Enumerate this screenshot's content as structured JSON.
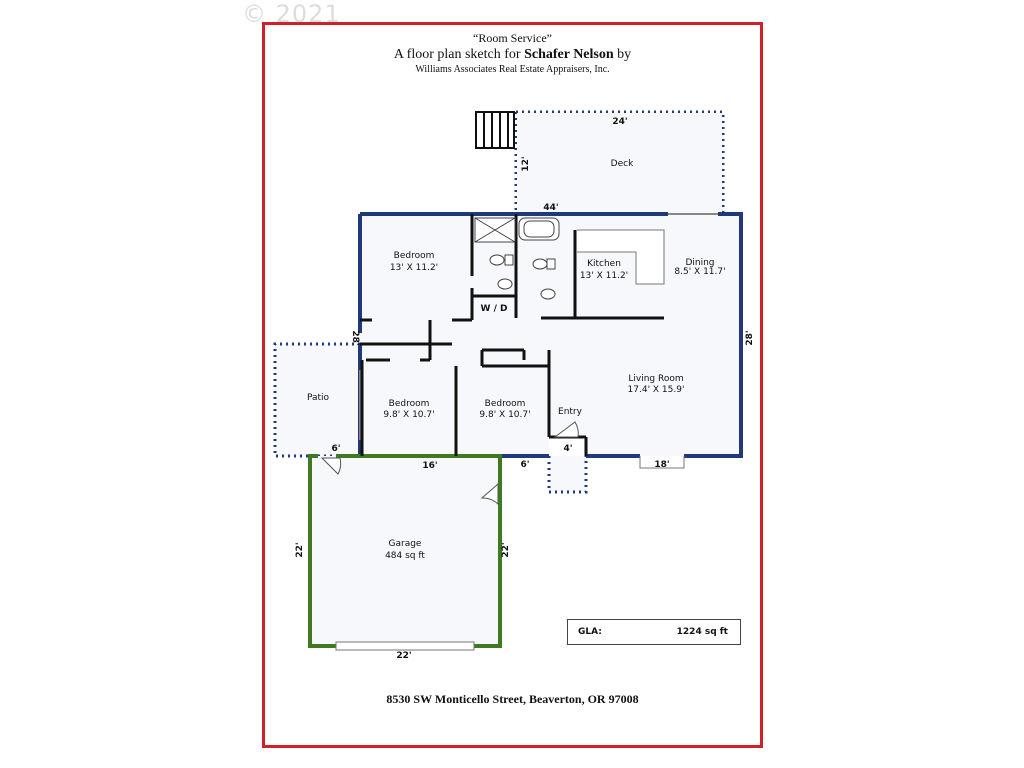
{
  "watermark": "© 2021",
  "header": {
    "title": "“Room Service”",
    "line2_prefix": "A floor plan sketch for ",
    "client": "Schafer Nelson",
    "line2_suffix": " by",
    "company": "Williams Associates Real Estate Appraisers, Inc."
  },
  "rooms": {
    "deck": {
      "name": "Deck"
    },
    "bedroom1": {
      "name": "Bedroom",
      "size": "13' X 11.2'"
    },
    "kitchen": {
      "name": "Kitchen",
      "size": "13' X 11.2'"
    },
    "dining": {
      "name": "Dining",
      "size": "8.5' X 11.7'"
    },
    "wd": {
      "name": "W / D"
    },
    "patio": {
      "name": "Patio"
    },
    "bedroom2": {
      "name": "Bedroom",
      "size": "9.8' X 10.7'"
    },
    "bedroom3": {
      "name": "Bedroom",
      "size": "9.8' X 10.7'"
    },
    "entry": {
      "name": "Entry"
    },
    "living": {
      "name": "Living Room",
      "size": "17.4' X 15.9'"
    },
    "garage": {
      "name": "Garage",
      "size": "484 sq ft"
    }
  },
  "dimensions": {
    "deck_width": "24'",
    "deck_depth": "12'",
    "house_width": "44'",
    "house_depth_right": "28'",
    "house_depth_left": "28'",
    "patio_6": "6'",
    "front_16": "16'",
    "front_6": "6'",
    "entry_4": "4'",
    "fireplace_18": "18'",
    "garage_left": "22'",
    "garage_right": "22'",
    "garage_bottom": "22'"
  },
  "gla": {
    "label": "GLA:",
    "value": "1224 sq ft"
  },
  "address": "8530 SW Monticello Street, Beaverton, OR 97008",
  "colors": {
    "frame": "#d0202a",
    "house_wall": "#1f3a7a",
    "garage_wall": "#3f7a20",
    "interior_wall": "#111111"
  }
}
